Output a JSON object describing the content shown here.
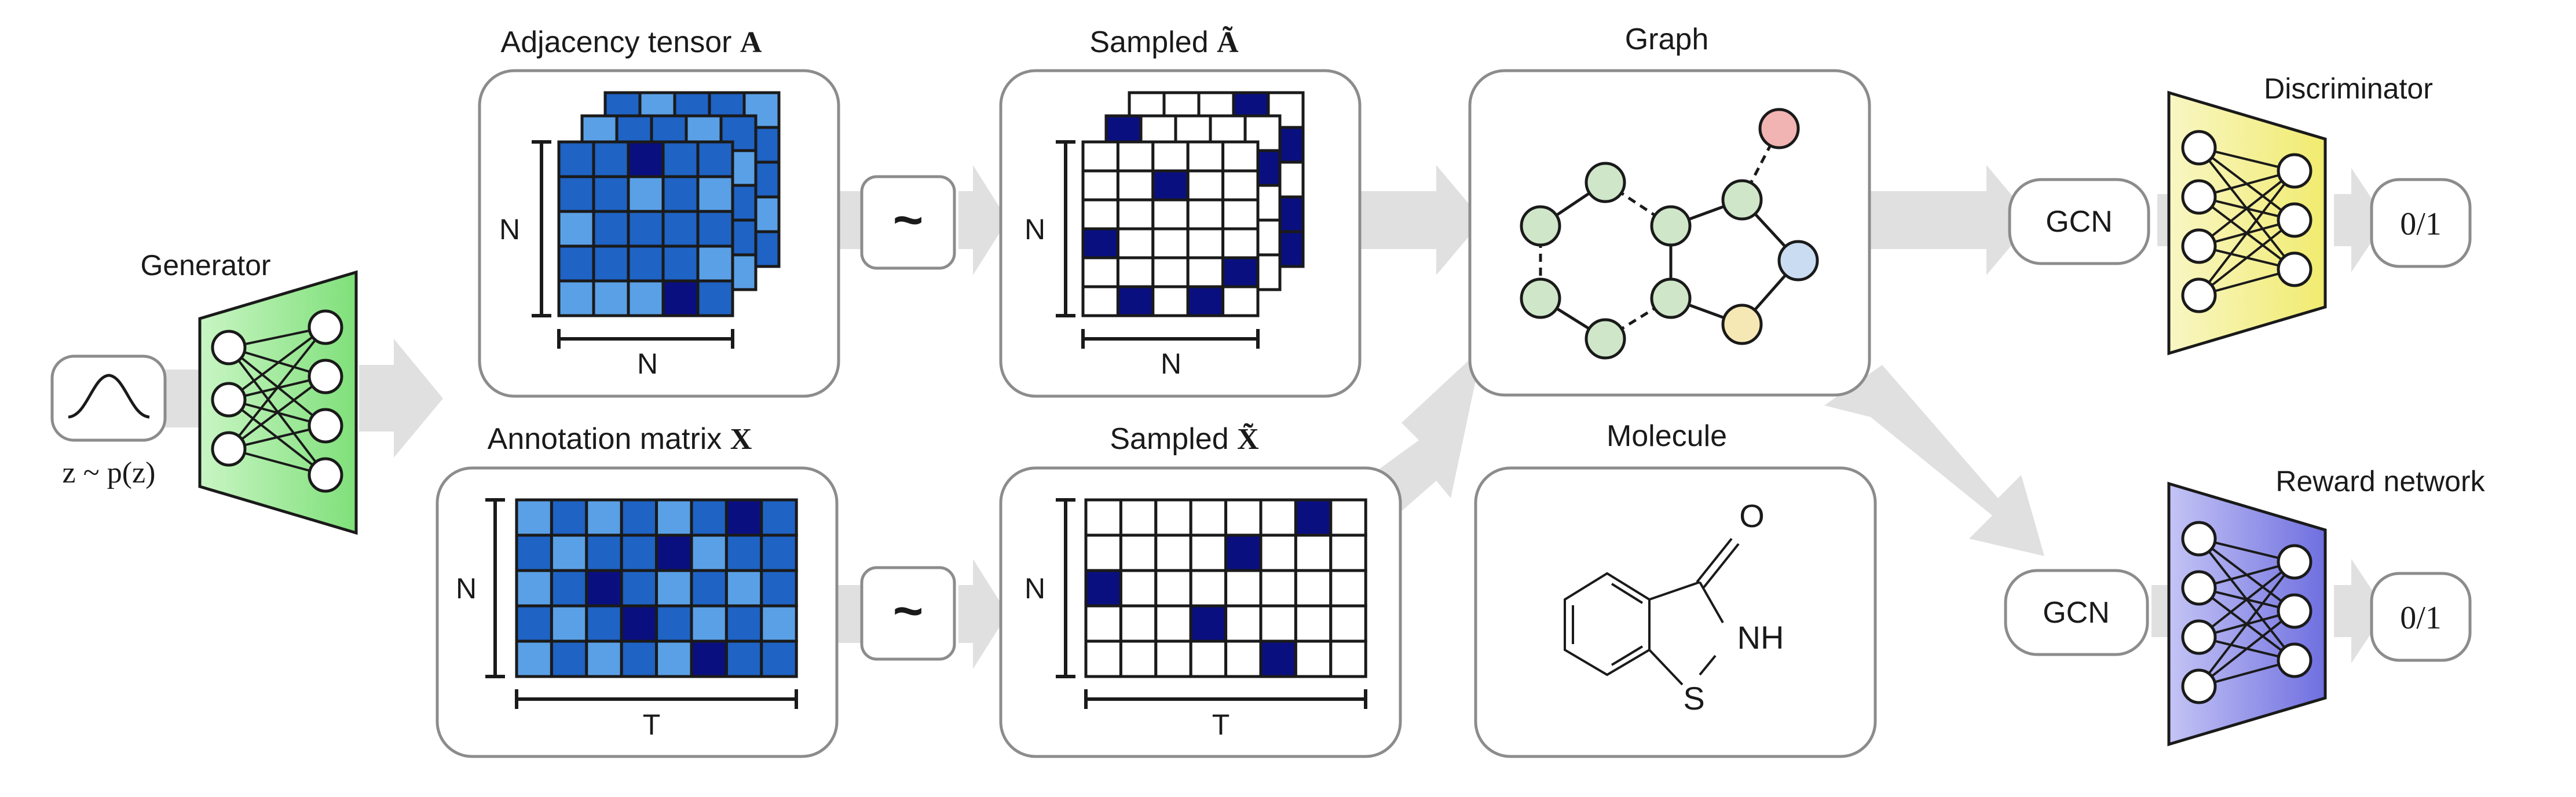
{
  "figure_type": "molecular graph generation architecture",
  "generator": {
    "label": "Generator",
    "noise_label": "z ~ p(z)"
  },
  "adjacency": {
    "title_text": "Adjacency tensor ",
    "title_symbol": "A",
    "dim_vertical": "N",
    "dim_horizontal": "N",
    "front_grid": [
      [
        2,
        2,
        3,
        2,
        2
      ],
      [
        2,
        2,
        1,
        2,
        1
      ],
      [
        1,
        2,
        2,
        2,
        2
      ],
      [
        2,
        2,
        2,
        2,
        1
      ],
      [
        1,
        1,
        1,
        3,
        2
      ]
    ],
    "mid_grid": [
      [
        1,
        2,
        2,
        1,
        2
      ],
      [
        2,
        2,
        2,
        2,
        1
      ],
      [
        2,
        2,
        1,
        2,
        2
      ],
      [
        2,
        2,
        2,
        1,
        2
      ],
      [
        1,
        2,
        2,
        2,
        1
      ]
    ],
    "back_grid": [
      [
        2,
        1,
        2,
        2,
        1
      ],
      [
        1,
        2,
        2,
        1,
        2
      ],
      [
        2,
        2,
        1,
        2,
        2
      ],
      [
        2,
        1,
        2,
        2,
        1
      ],
      [
        2,
        2,
        2,
        1,
        2
      ]
    ]
  },
  "annotation": {
    "title_text": "Annotation matrix ",
    "title_symbol": "X",
    "dim_vertical": "N",
    "dim_horizontal": "T",
    "grid": [
      [
        1,
        2,
        1,
        2,
        1,
        2,
        3,
        2
      ],
      [
        2,
        1,
        2,
        2,
        3,
        1,
        2,
        2
      ],
      [
        1,
        2,
        3,
        2,
        1,
        2,
        1,
        2
      ],
      [
        2,
        1,
        2,
        3,
        2,
        1,
        2,
        1
      ],
      [
        1,
        2,
        1,
        2,
        1,
        3,
        2,
        2
      ]
    ]
  },
  "sampled_a": {
    "title_text": "Sampled ",
    "title_symbol": "Ã",
    "dim_vertical": "N",
    "dim_horizontal": "N",
    "sample_symbol": "~",
    "front_grid": [
      [
        0,
        0,
        0,
        0,
        0
      ],
      [
        0,
        0,
        3,
        0,
        0
      ],
      [
        0,
        0,
        0,
        0,
        0
      ],
      [
        3,
        0,
        0,
        0,
        0
      ],
      [
        0,
        0,
        0,
        0,
        3
      ],
      [
        0,
        3,
        0,
        3,
        0
      ]
    ],
    "mid_grid": [
      [
        3,
        0,
        0,
        0,
        0
      ],
      [
        0,
        0,
        0,
        0,
        3
      ],
      [
        0,
        0,
        0,
        0,
        0
      ],
      [
        0,
        0,
        0,
        3,
        0
      ],
      [
        0,
        0,
        0,
        0,
        0
      ]
    ],
    "back_grid": [
      [
        0,
        0,
        0,
        3,
        0
      ],
      [
        0,
        0,
        0,
        0,
        3
      ],
      [
        0,
        0,
        0,
        0,
        0
      ],
      [
        0,
        0,
        0,
        0,
        3
      ],
      [
        0,
        0,
        0,
        0,
        3
      ]
    ]
  },
  "sampled_x": {
    "title_text": "Sampled ",
    "title_symbol": "X̃",
    "dim_vertical": "N",
    "dim_horizontal": "T",
    "sample_symbol": "~",
    "grid": [
      [
        0,
        0,
        0,
        0,
        0,
        0,
        3,
        0
      ],
      [
        0,
        0,
        0,
        0,
        3,
        0,
        0,
        0
      ],
      [
        3,
        0,
        0,
        0,
        0,
        0,
        0,
        0
      ],
      [
        0,
        0,
        0,
        3,
        0,
        0,
        0,
        0
      ],
      [
        0,
        0,
        0,
        0,
        0,
        3,
        0,
        0
      ]
    ]
  },
  "graph": {
    "title": "Graph"
  },
  "molecule": {
    "title": "Molecule",
    "atom_o": "O",
    "atom_nh": "NH",
    "atom_s": "S"
  },
  "discriminator": {
    "label": "Discriminator",
    "gcn_label": "GCN",
    "output": "0/1"
  },
  "reward": {
    "label": "Reward network",
    "gcn_label": "GCN",
    "output": "0/1"
  },
  "colors": {
    "light_blue": "#5aa0e6",
    "mid_blue": "#1f63c4",
    "dark_blue": "#0a0f80",
    "white_cell": "#ffffff",
    "arrow_gray": "#e0e0e0",
    "box_border": "#8c8c8c",
    "generator_fill": "#9ee89a",
    "discriminator_fill": "#f6f29a",
    "reward_fill": "#8f8fe8",
    "node_green": "#cfe6c9",
    "node_red": "#f2b3b3",
    "node_blue": "#c9dcf2",
    "node_yellow": "#f6e8b4"
  }
}
